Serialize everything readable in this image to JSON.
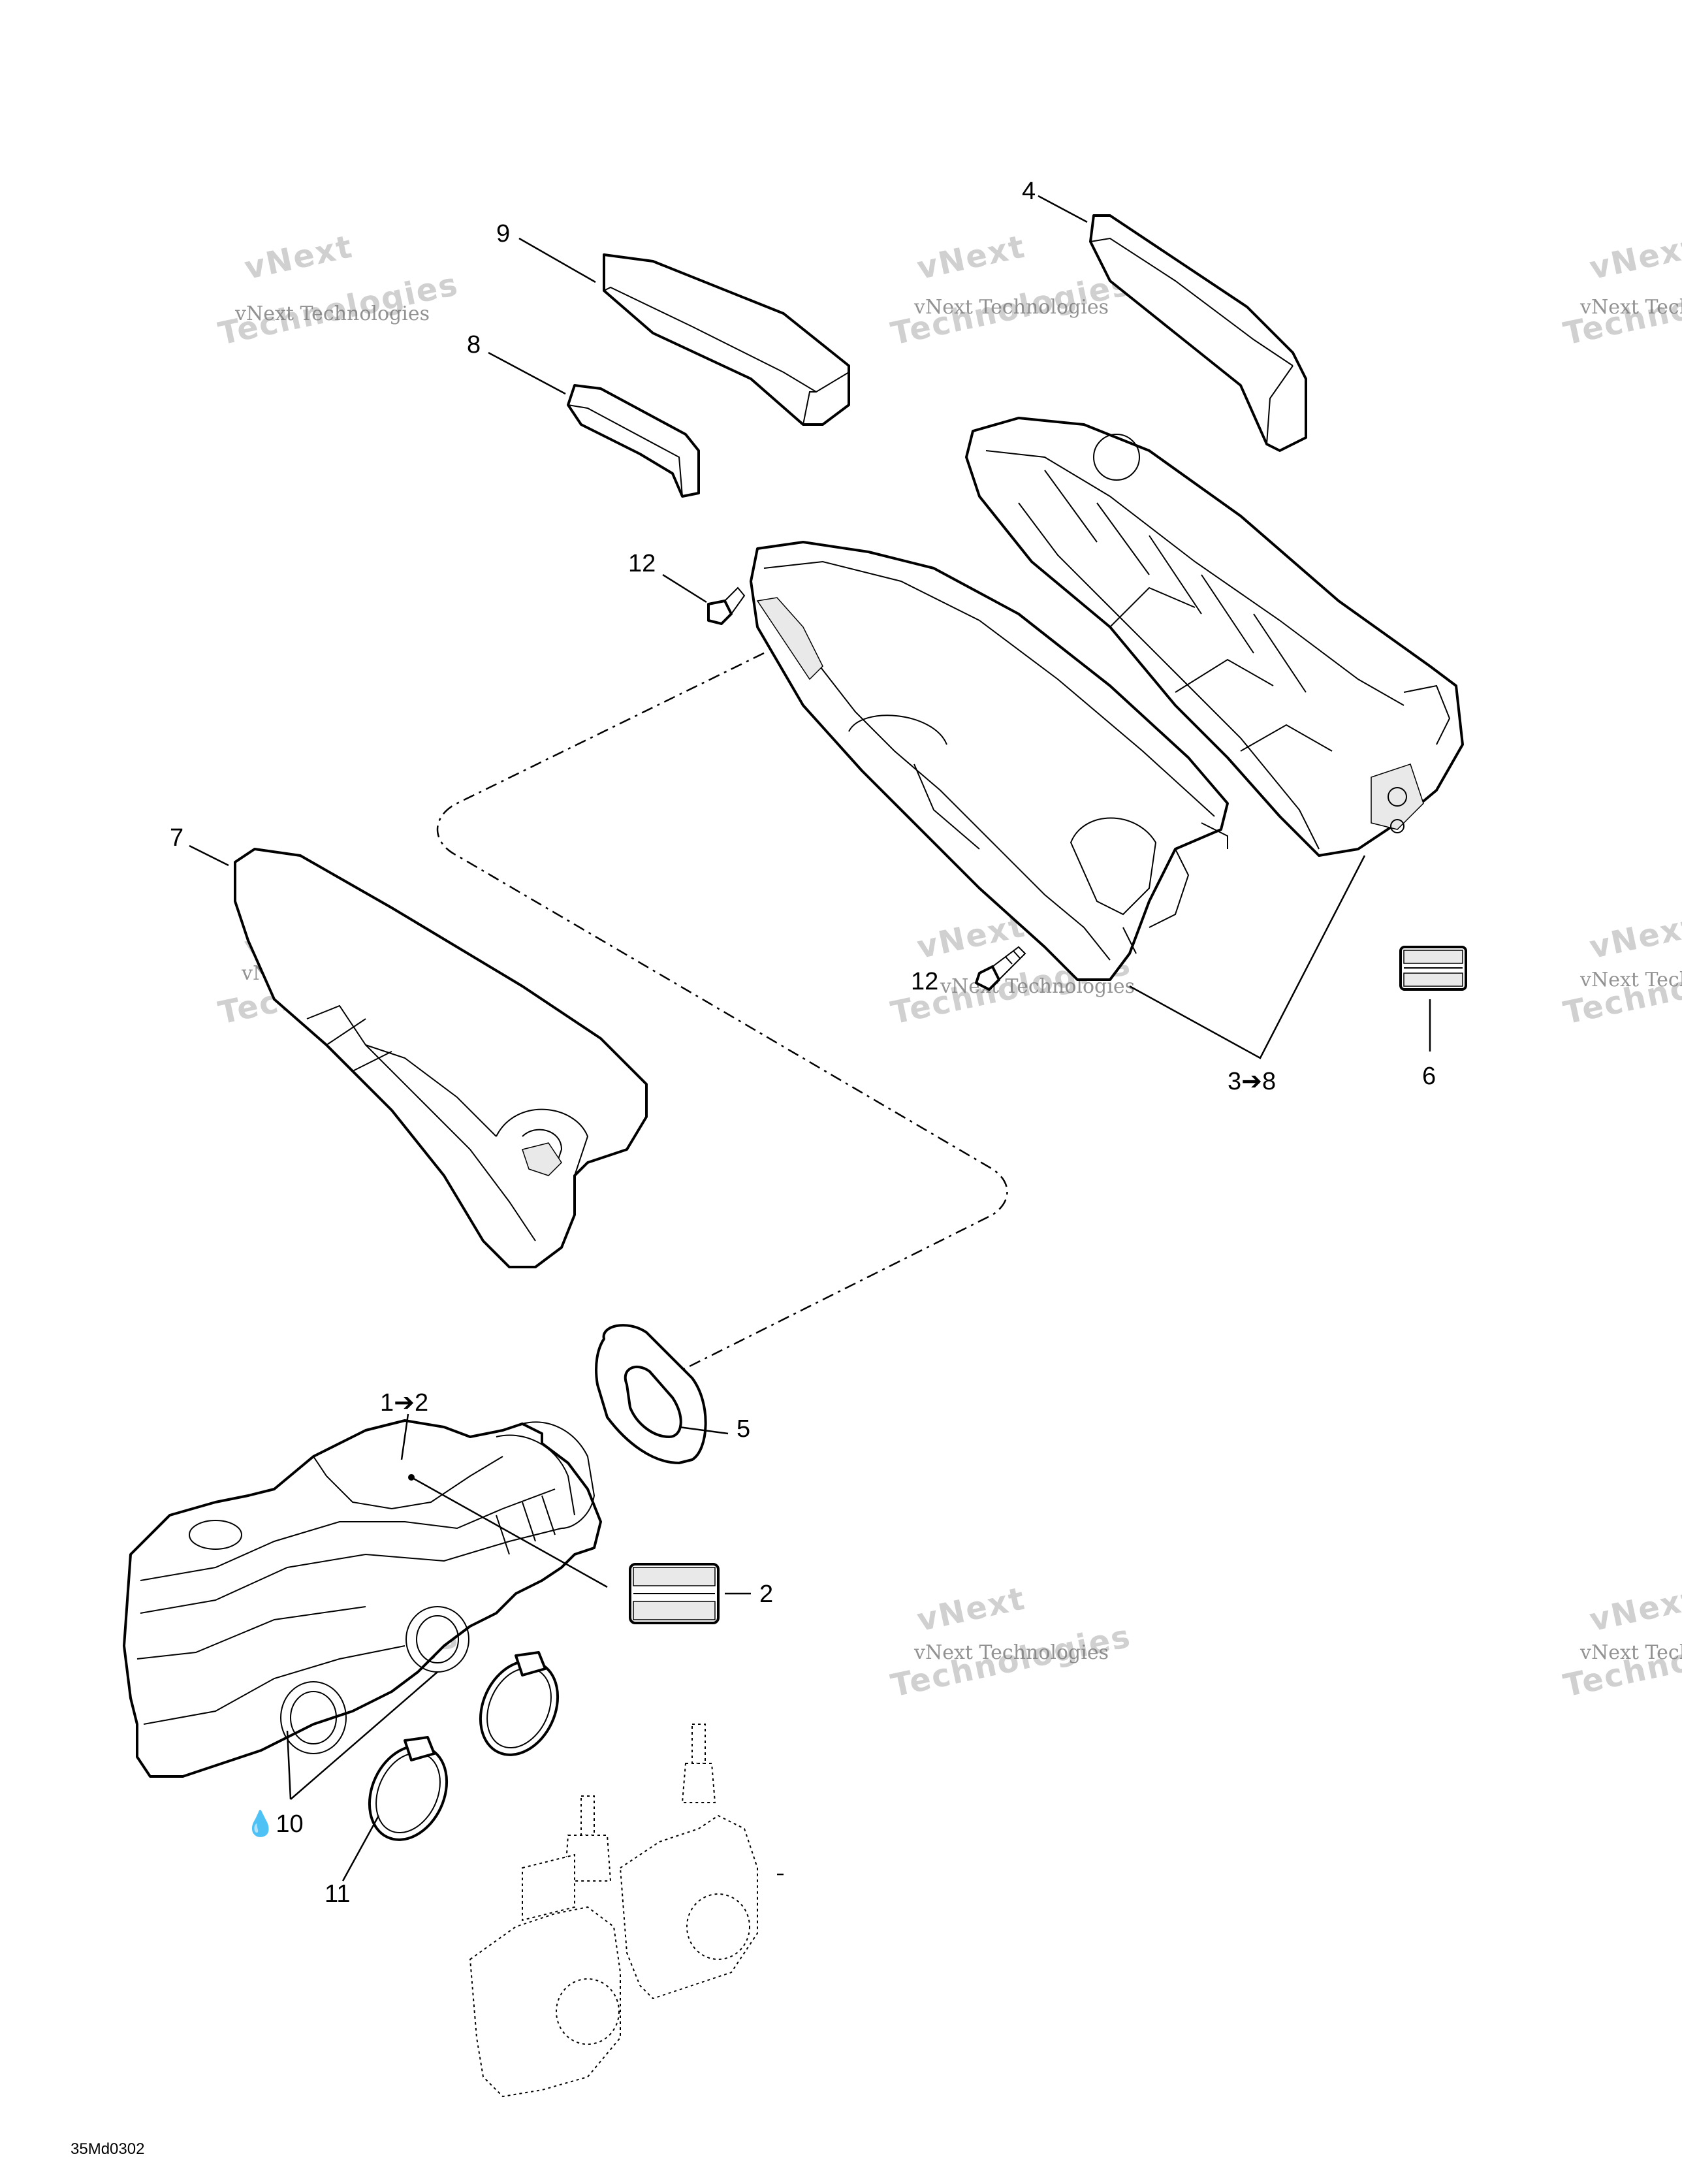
{
  "callouts": {
    "c1": "1➔2",
    "c2": "2",
    "c3": "3➔8",
    "c4": "4",
    "c5": "5",
    "c6": "6",
    "c7": "7",
    "c8": "8",
    "c9": "9",
    "c10": "💧10",
    "c11": "11",
    "c12a": "12",
    "c12b": "12"
  },
  "drawing_code": "35Md0302",
  "watermark": {
    "brand": "vNext",
    "company": "vNext Technologies",
    "word": "Technologies"
  }
}
